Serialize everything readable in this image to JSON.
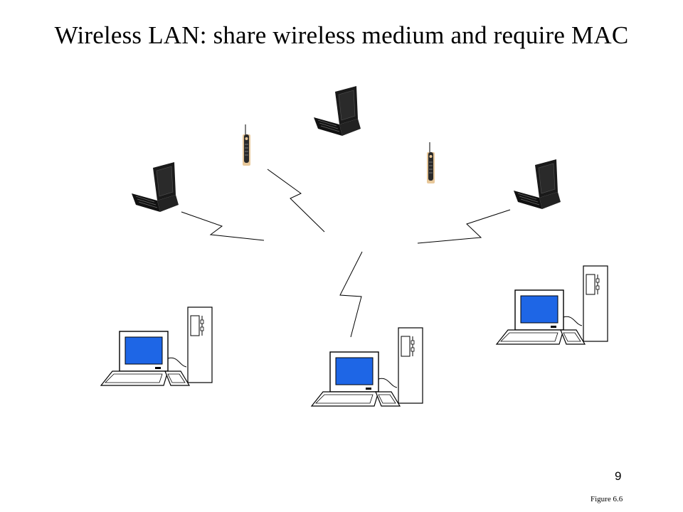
{
  "slide": {
    "title": "Wireless LAN: share wireless medium and require MAC",
    "page_number": "9",
    "figure_label": "Figure 6.6"
  },
  "colors": {
    "screen": "#1e66e6",
    "line": "#000000",
    "phone": "#e8c89a",
    "laptop": "#1a1a1a"
  },
  "devices": [
    {
      "id": "laptop-left",
      "type": "laptop"
    },
    {
      "id": "phone-left",
      "type": "cordless-phone"
    },
    {
      "id": "laptop-top",
      "type": "laptop"
    },
    {
      "id": "phone-right",
      "type": "cordless-phone"
    },
    {
      "id": "laptop-right",
      "type": "laptop"
    },
    {
      "id": "desktop-left",
      "type": "desktop-pc"
    },
    {
      "id": "desktop-center",
      "type": "desktop-pc"
    },
    {
      "id": "desktop-right",
      "type": "desktop-pc"
    }
  ]
}
